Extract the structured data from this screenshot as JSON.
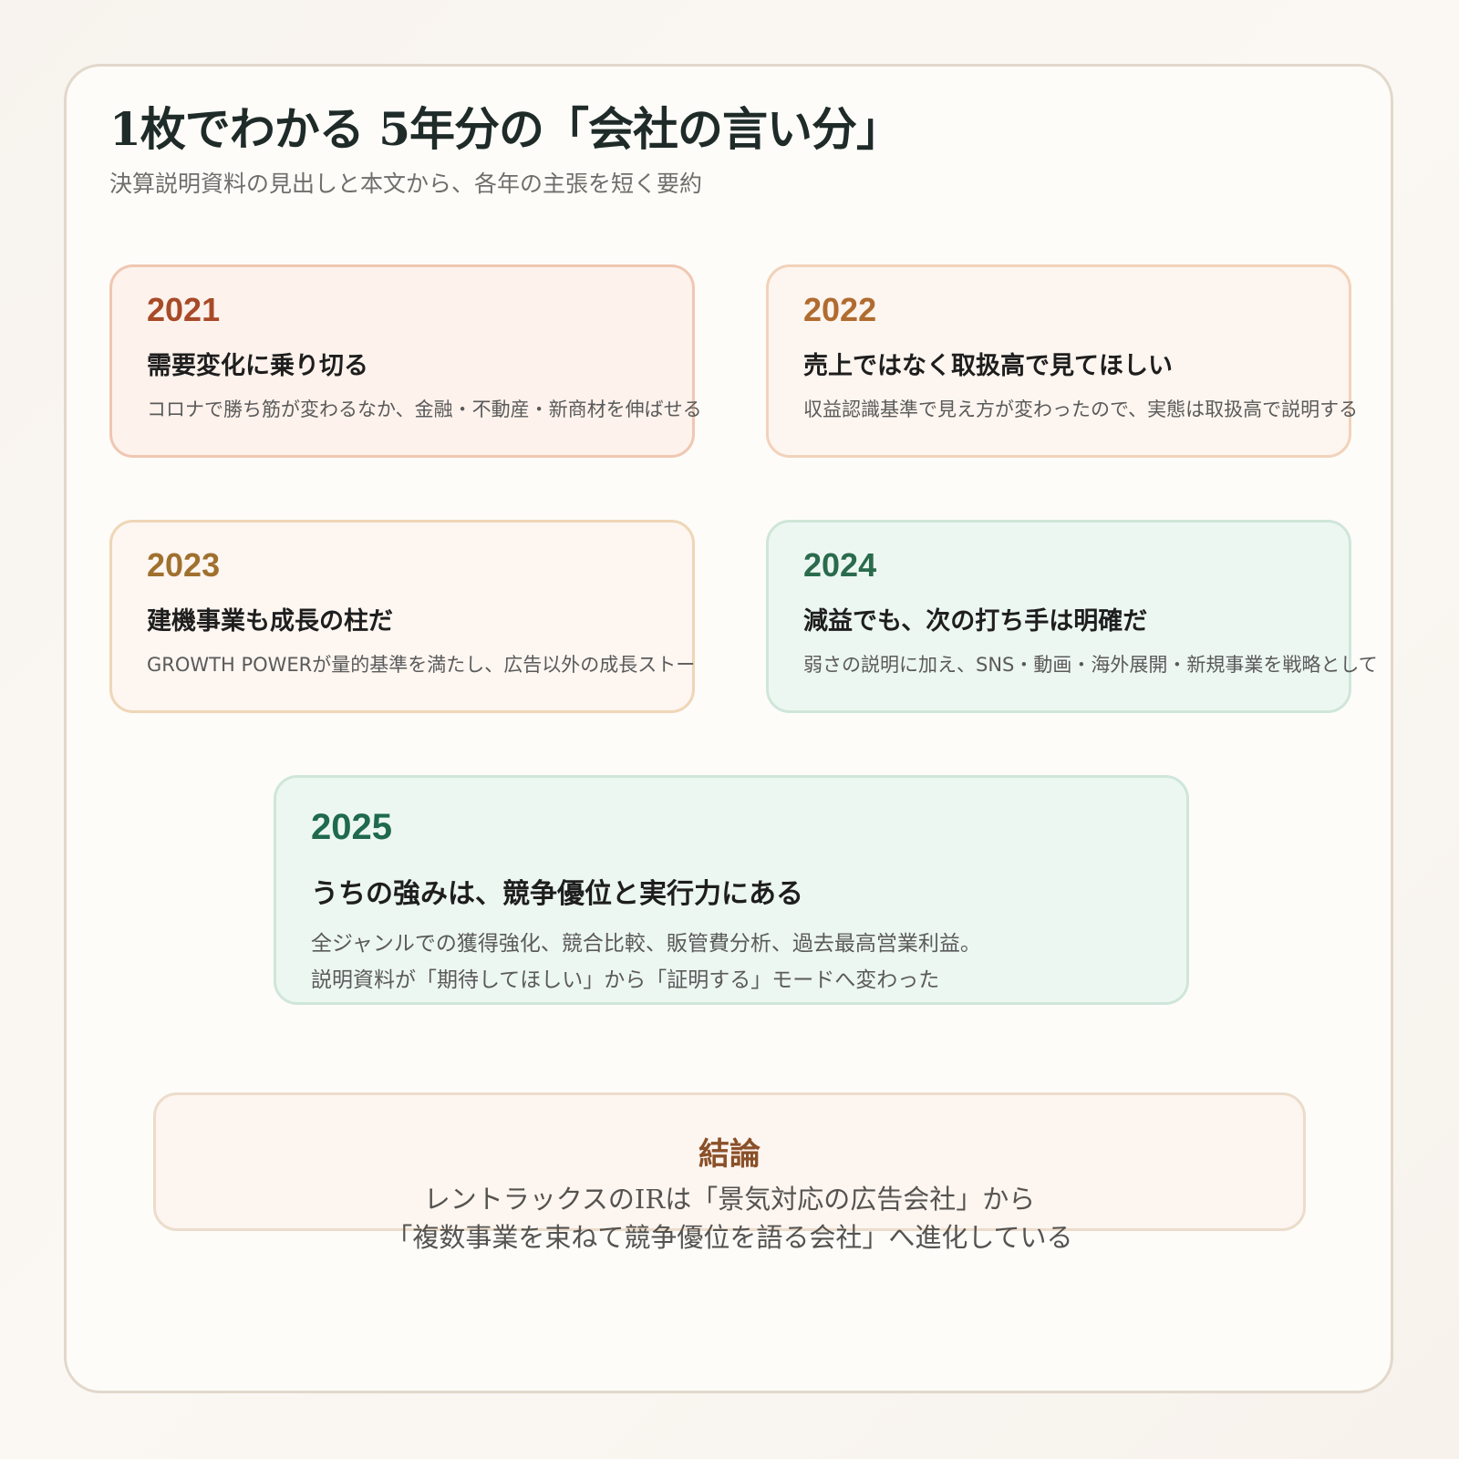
{
  "header": {
    "title": "1枚でわかる 5年分の「会社の言い分」",
    "subtitle": "決算説明資料の見出しと本文から、各年の主張を短く要約"
  },
  "cards": [
    {
      "year": "2021",
      "headline": "需要変化に乗り切る",
      "body": "コロナで勝ち筋が変わるなか、金融・不動産・新商材を伸ばせる",
      "accent": "#a84a28"
    },
    {
      "year": "2022",
      "headline": "売上ではなく取扱高で見てほしい",
      "body": "収益認識基準で見え方が変わったので、実態は取扱高で説明する",
      "accent": "#b06c30"
    },
    {
      "year": "2023",
      "headline": "建機事業も成長の柱だ",
      "body": "GROWTH POWERが量的基準を満たし、広告以外の成長ストー",
      "accent": "#a0702e"
    },
    {
      "year": "2024",
      "headline": "減益でも、次の打ち手は明確だ",
      "body": "弱さの説明に加え、SNS・動画・海外展開・新規事業を戦略として",
      "accent": "#2a6b4c"
    },
    {
      "year": "2025",
      "headline": "うちの強みは、競争優位と実行力にある",
      "body_lines": [
        "全ジャンルでの獲得強化、競合比較、販管費分析、過去最高営業利益。",
        "説明資料が「期待してほしい」から「証明する」モードへ変わった"
      ],
      "accent": "#1f6a4c"
    }
  ],
  "conclusion": {
    "title": "結論",
    "lines": [
      "レントラックスのIRは「景気対応の広告会社」から",
      "「複数事業を束ねて競争優位を語る会社」へ進化している"
    ]
  }
}
